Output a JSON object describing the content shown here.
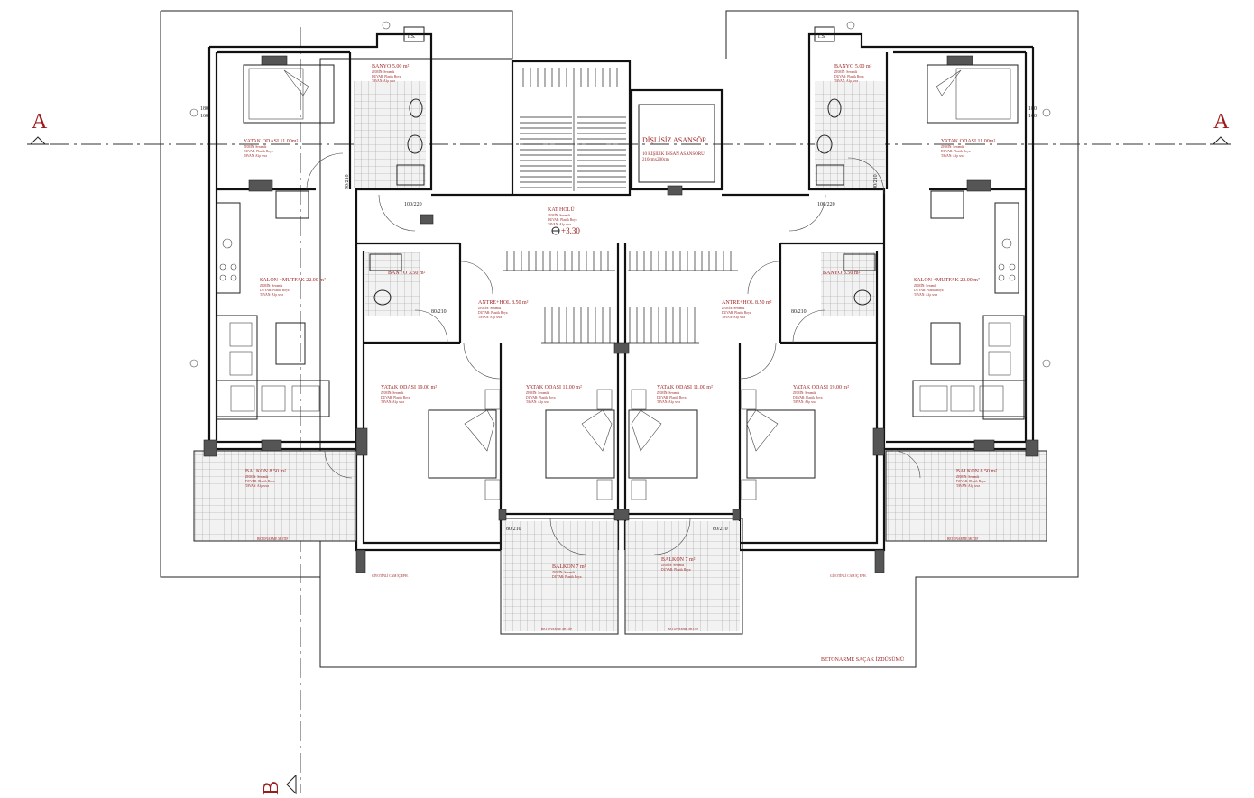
{
  "section_marks": {
    "a_left": "A",
    "a_right": "A",
    "b": "B"
  },
  "floor_level": "+3.30",
  "elevator": {
    "title": "DİŞLİSİZ ASANSÖR",
    "capacity": "10 KİŞİLİK İNSAN ASANSÖRÜ",
    "size": "210cmx200cm"
  },
  "hall": {
    "name": "KAT HOLÜ",
    "floor": "ZEMİN: Seramik",
    "wall": "DUVAR: Plastik Boya",
    "ceiling": "TAVAN: Alçı sıva"
  },
  "rooms": {
    "bedroom_tl": "YATAK ODASI 11.00m²",
    "bath_tl": "BANYO 5.00 m²",
    "salon_l": "SALON +MUTFAK 22.00 m²",
    "wc_l": "BANYO 3.50 m²",
    "entry_l": "ANTRE+HOL 8.50 m²",
    "bed_l_big": "YATAK ODASI 19.00 m²",
    "bed_l_mid": "YATAK ODASI 11.00 m²",
    "balcony_l": "BALKON 8.50 m²",
    "balcony_cl": "BALKON 7 m²",
    "bedroom_tr": "YATAK ODASI 11.00m²",
    "bath_tr": "BANYO 5.00 m²",
    "salon_r": "SALON +MUTFAK 22.00 m²",
    "wc_r": "BANYO 3.50 m²",
    "entry_r": "ANTRE+HOL 8.50 m²",
    "bed_r_mid": "YATAK ODASI 11.00 m²",
    "bed_r_big": "YATAK ODASI 19.00 m²",
    "balcony_r": "BALKON 8.50 m²",
    "balcony_cr": "BALKON 7 m²"
  },
  "finishes": {
    "floor": "ZEMİN: Seramik",
    "wall": "DUVAR: Plastik Boya",
    "ceiling": "TAVAN: Alçı sıva"
  },
  "window_codes": {
    "ts_l": "T.S.",
    "ts_r": "T.S.",
    "w1": "180",
    "w2": "160"
  },
  "doors": {
    "d1": "90/210",
    "d2": "100/220",
    "d3": "80/210",
    "d4": "90/210",
    "d5": "80/210"
  },
  "notes": {
    "eave": "BETONARME SAÇAK İZDÜŞÜMÜ",
    "beton_l": "BETONARME MOTİF",
    "beton_r": "BETONARME MOTİF",
    "beton_c": "BETONARME MOTİF",
    "gutter_l": "GİYOTİNLİ CAM İÇ EPH.",
    "gutter_r": "GİYOTİNLİ CAM İÇ EPH."
  }
}
